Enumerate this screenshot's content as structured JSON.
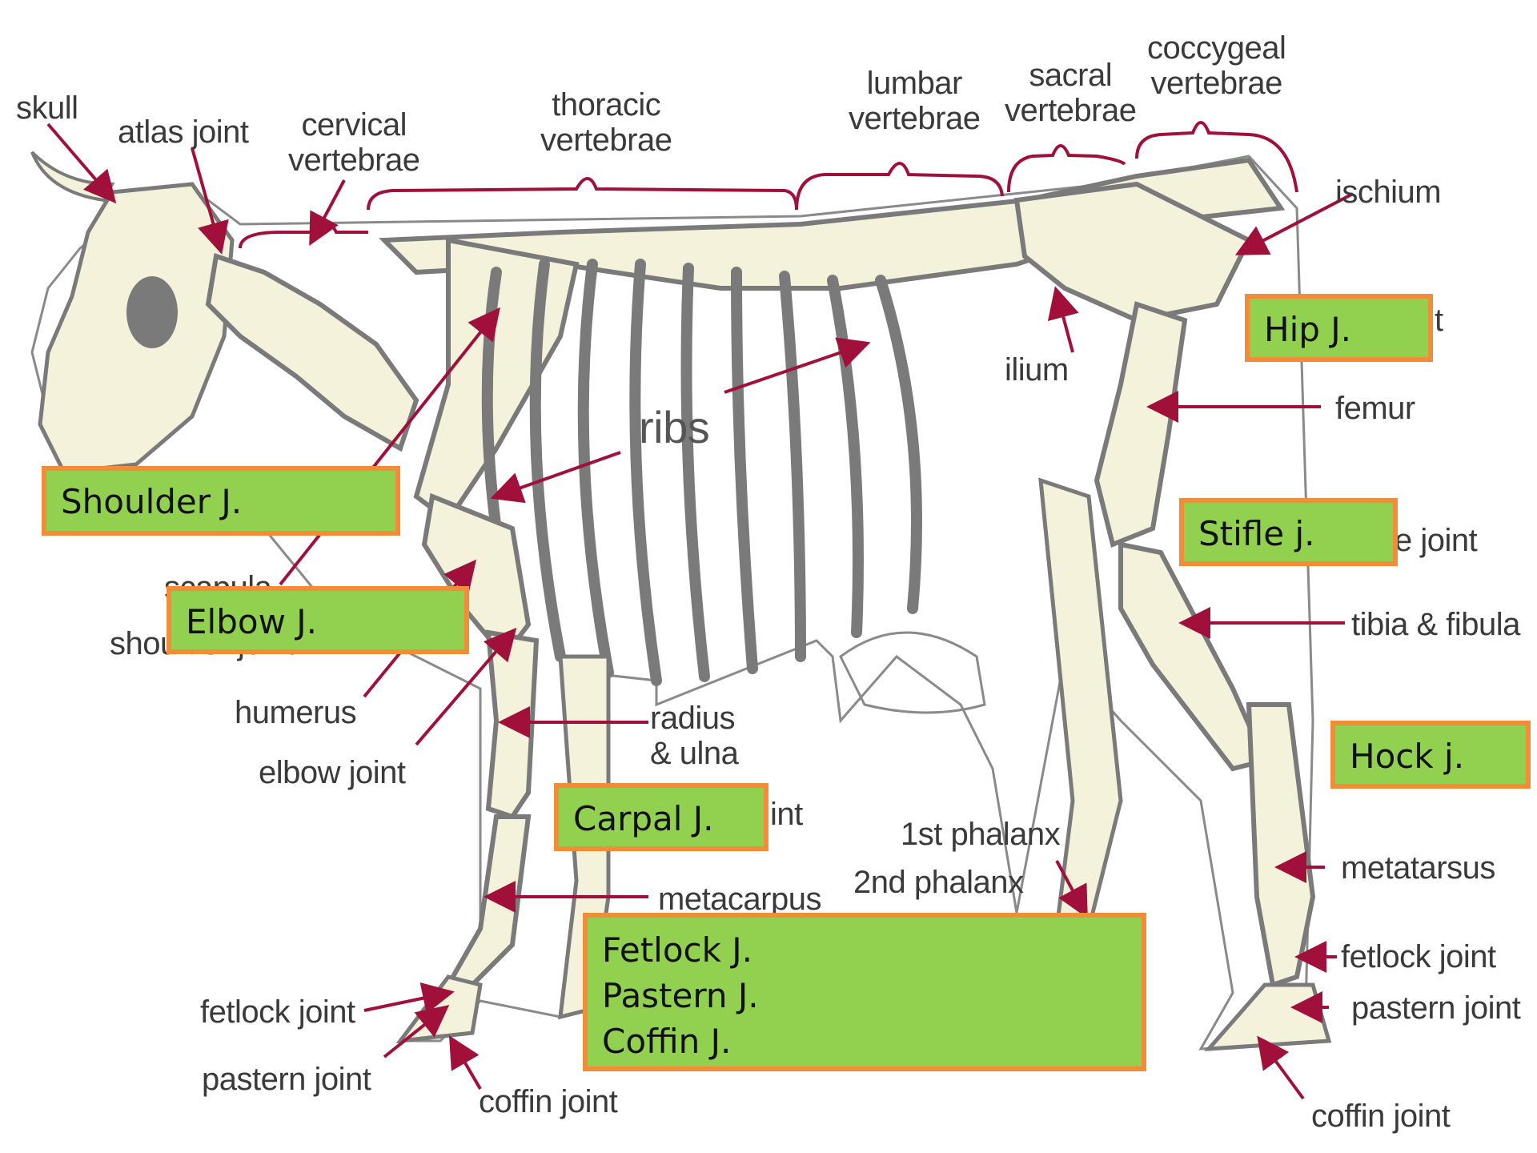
{
  "labels": {
    "skull": "skull",
    "atlas_joint": "atlas joint",
    "cervical": "cervical\nvertebrae",
    "thoracic": "thoracic\nvertebrae",
    "lumbar": "lumbar\nvertebrae",
    "sacral": "sacral\nvertebrae",
    "coccygeal": "coccygeal\nvertebrae",
    "ischium": "ischium",
    "ilium": "ilium",
    "femur": "femur",
    "ribs": "ribs",
    "stifle_partial": "e joint",
    "hip_partial": "t",
    "tibia_fibula": "tibia & fibula",
    "humerus": "humerus",
    "elbow_joint": "elbow joint",
    "radius_ulna": "radius\n& ulna",
    "carpal_partial": "int",
    "first_phalanx": "1st phalanx",
    "second_phalanx": "2nd phalanx",
    "metacarpus": "metacarpus",
    "metatarsus": "metatarsus",
    "fetlock_joint_front": "fetlock joint",
    "pastern_joint_front": "pastern joint",
    "coffin_joint_front": "coffin joint",
    "fetlock_joint_hind": "fetlock joint",
    "pastern_joint_hind": "pastern joint",
    "coffin_joint_hind": "coffin joint",
    "scapula_partial": "scapula",
    "shoulder_joint_partial": "shoulder joint"
  },
  "overlays": {
    "shoulder": "Shoulder J.",
    "elbow": "Elbow J.",
    "hip": "Hip J.",
    "stifle": "Stifle j.",
    "hock": "Hock j.",
    "carpal": "Carpal J.",
    "fetlock": "Fetlock J.",
    "pastern": "Pastern J.",
    "coffin": "Coffin J."
  },
  "colors": {
    "bone_fill": "#f5f2dc",
    "bone_outline": "#7a7a7a",
    "arrow": "#a0103a",
    "box_fill": "#92d050",
    "box_border": "#f28c38"
  }
}
